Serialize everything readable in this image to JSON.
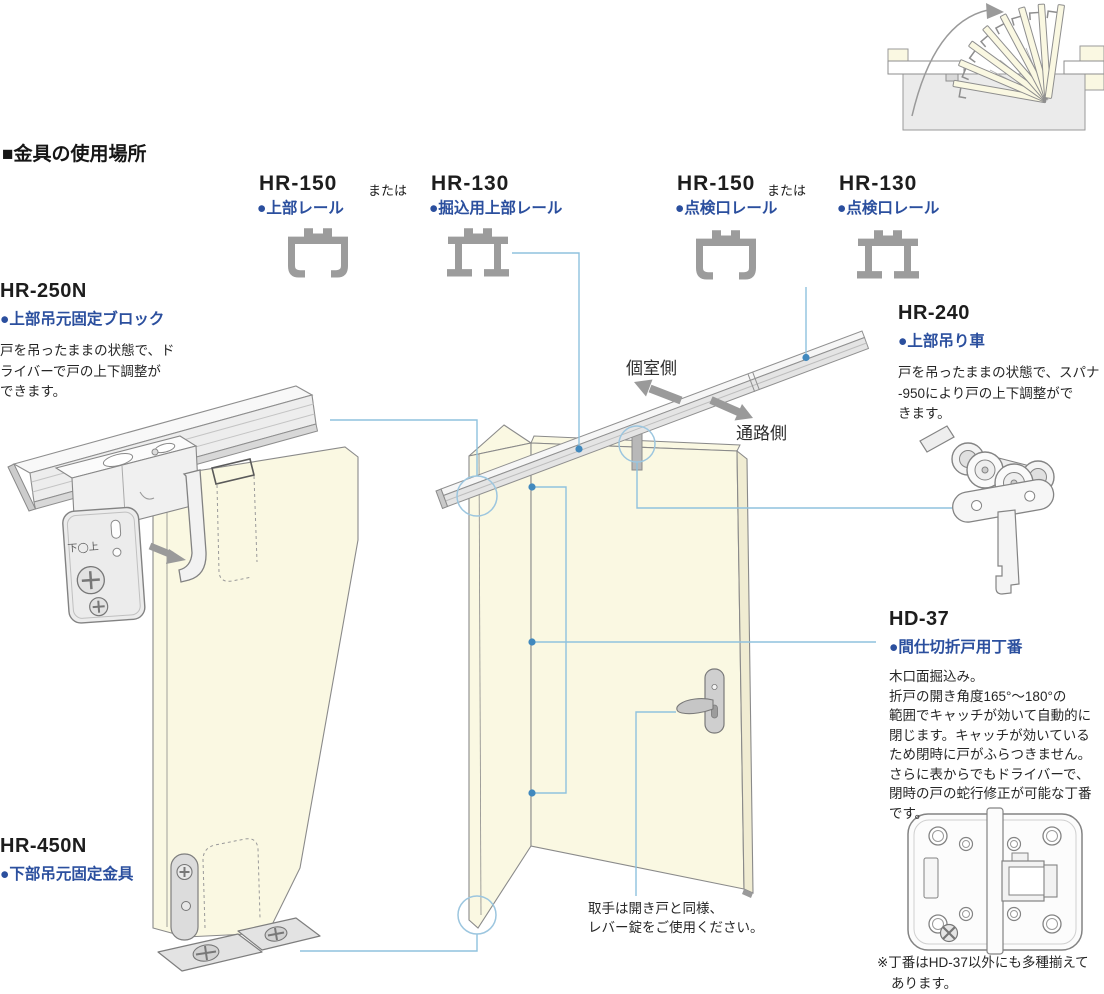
{
  "title": "■金具の使用場所",
  "colors": {
    "accent_blue": "#2B4F9E",
    "callout_blue": "#8FC2DE",
    "callout_dot_blue": "#4189BE",
    "door_cream": "#FAF8E2",
    "metal_gray": "#9C9C9C",
    "line_gray": "#8A8A8A",
    "arrow_gray": "#9A9A9A"
  },
  "rail_labels": {
    "left": {
      "model_a": "HR-150",
      "or_text": "または",
      "model_b": "HR-130",
      "desc_a": "●上部レール",
      "desc_b": "●掘込用上部レール"
    },
    "right": {
      "model_a": "HR-150",
      "or_text": "または",
      "model_b": "HR-130",
      "desc_a": "●点検口レール",
      "desc_b": "●点検口レール"
    }
  },
  "sections": {
    "hr250n": {
      "code": "HR-250N",
      "subtitle": "●上部吊元固定ブロック",
      "body_lines": [
        "戸を吊ったままの状態で、ド",
        "ライバーで戸の上下調整が",
        "できます。"
      ]
    },
    "hr240": {
      "code": "HR-240",
      "subtitle": "●上部吊り車",
      "body_lines": [
        "戸を吊ったままの状態で、スパナ",
        "-950により戸の上下調整がで",
        "きます。"
      ]
    },
    "hd37": {
      "code": "HD-37",
      "subtitle": "●間仕切折戸用丁番",
      "body_lines": [
        "木口面掘込み。",
        "折戸の開き角度165°〜180°の",
        "範囲でキャッチが効いて自動的に",
        "閉じます。キャッチが効いている",
        "ため閉時に戸がふらつきません。",
        "さらに表からでもドライバーで、",
        "閉時の戸の蛇行修正が可能な丁番",
        "です。"
      ]
    },
    "hr450n": {
      "code": "HR-450N",
      "subtitle": "●下部吊元固定金具"
    }
  },
  "diagram": {
    "room_side_label": "個室側",
    "aisle_side_label": "通路側",
    "handle_note_lines": [
      "取手は開き戸と同様、",
      "レバー錠をご使用ください。"
    ],
    "adjuster_label": "下◯上"
  },
  "footnote_lines": [
    "※丁番はHD-37以外にも多種揃えて",
    "あります。"
  ]
}
